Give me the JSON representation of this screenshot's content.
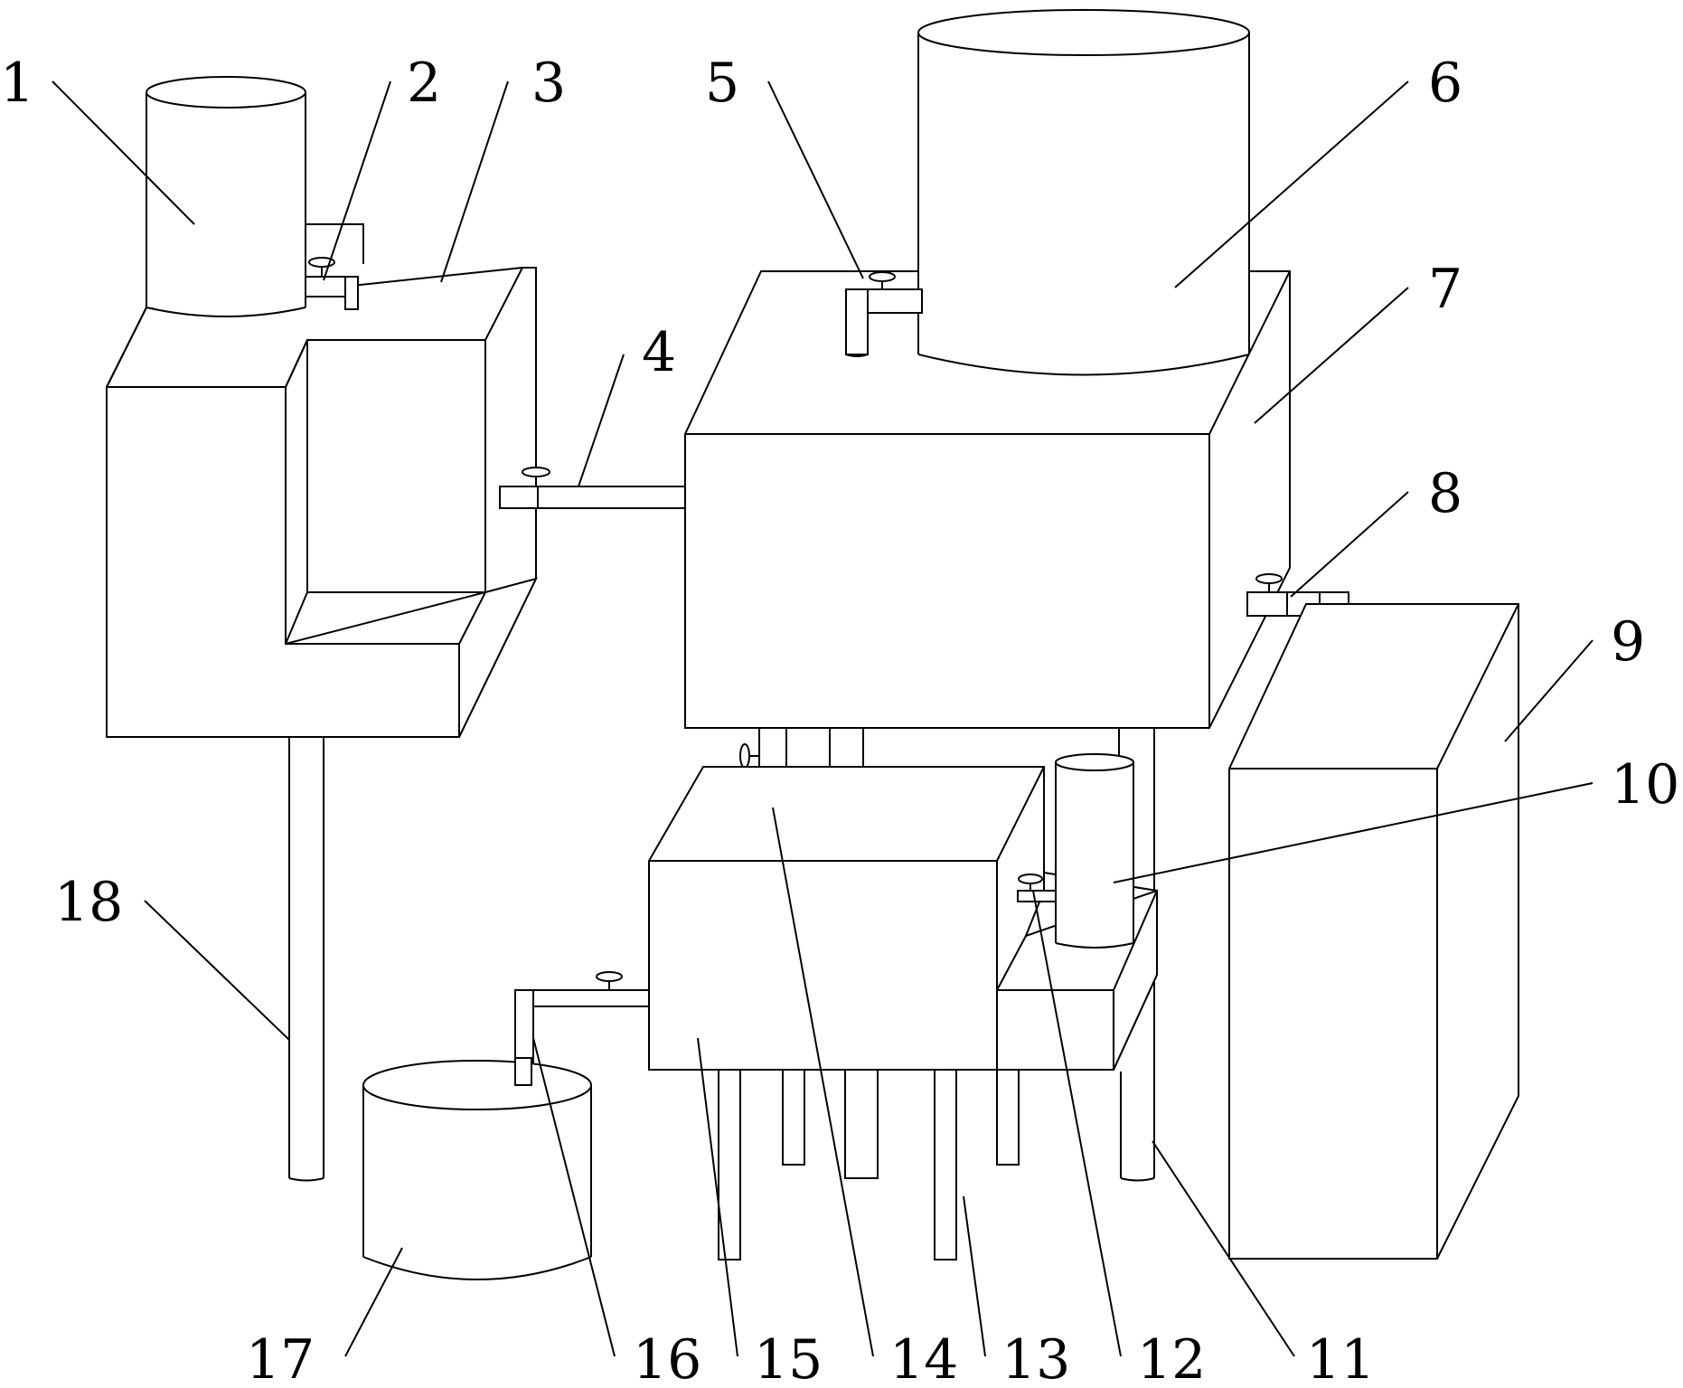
{
  "diagram": {
    "labels": [
      {
        "id": "label-1",
        "text": "1"
      },
      {
        "id": "label-2",
        "text": "2"
      },
      {
        "id": "label-3",
        "text": "3"
      },
      {
        "id": "label-4",
        "text": "4"
      },
      {
        "id": "label-5",
        "text": "5"
      },
      {
        "id": "label-6",
        "text": "6"
      },
      {
        "id": "label-7",
        "text": "7"
      },
      {
        "id": "label-8",
        "text": "8"
      },
      {
        "id": "label-9",
        "text": "9"
      },
      {
        "id": "label-10",
        "text": "10"
      },
      {
        "id": "label-11",
        "text": "11"
      },
      {
        "id": "label-12",
        "text": "12"
      },
      {
        "id": "label-13",
        "text": "13"
      },
      {
        "id": "label-14",
        "text": "14"
      },
      {
        "id": "label-15",
        "text": "15"
      },
      {
        "id": "label-16",
        "text": "16"
      },
      {
        "id": "label-17",
        "text": "17"
      },
      {
        "id": "label-18",
        "text": "18"
      }
    ],
    "colors": {
      "line": "#000000",
      "background": "#ffffff"
    }
  }
}
